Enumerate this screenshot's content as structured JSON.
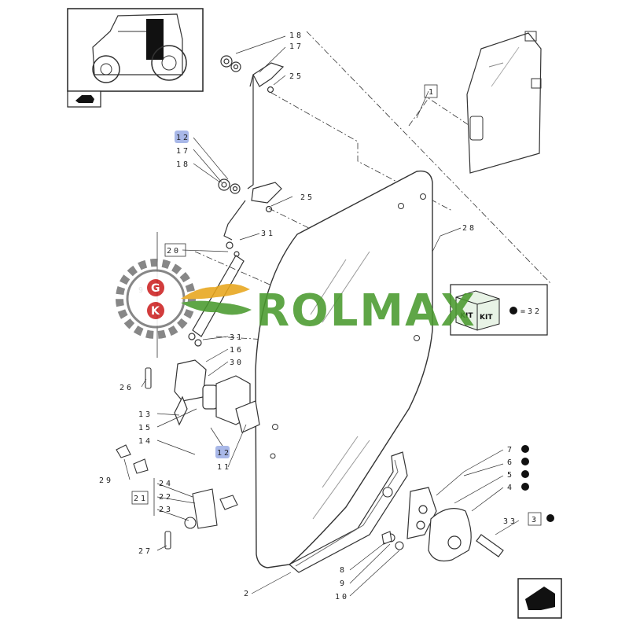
{
  "callouts": {
    "c18a": "18",
    "c17a": "17",
    "c25a": "25",
    "c1": "1",
    "c12a": "12",
    "c17b": "17",
    "c18b": "18",
    "c25b": "25",
    "c28": "28",
    "c31a": "31",
    "c20": "20",
    "c9": "9",
    "c31b": "31",
    "c16": "16",
    "c30": "30",
    "c26": "26",
    "c13": "13",
    "c15": "15",
    "c14": "14",
    "c12b": "12",
    "c11": "11",
    "c29": "29",
    "c24": "24",
    "c21": "21",
    "c22": "22",
    "c23": "23",
    "c27": "27",
    "c2": "2",
    "c8": "8",
    "c9b": "9",
    "c10": "10",
    "c7": "7",
    "c6": "6",
    "c5": "5",
    "c4": "4",
    "c33": "33",
    "c3": "3"
  },
  "kit": {
    "label": "KIT",
    "equals": "=32"
  },
  "watermark": {
    "text": "ROLMAX",
    "g": "G",
    "k": "K"
  },
  "colors": {
    "watermark_green": "#4a9a2e",
    "watermark_gold": "#e8a61c",
    "watermark_red": "#cc2222",
    "gear_gray": "#777777",
    "highlight_blue": "#a9b8e8"
  }
}
